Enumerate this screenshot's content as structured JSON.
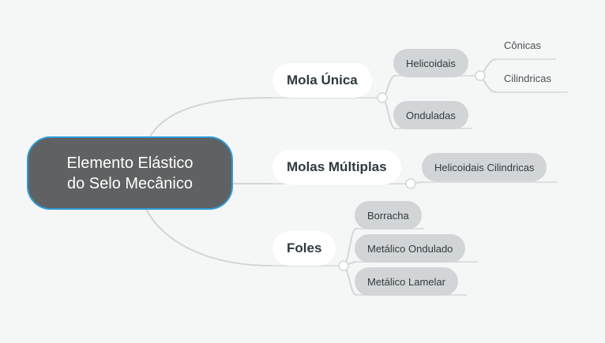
{
  "root": {
    "line1": "Elemento Elástico",
    "line2": "do Selo Mecânico"
  },
  "branches": [
    {
      "label": "Mola Única"
    },
    {
      "label": "Molas Múltiplas"
    },
    {
      "label": "Foles"
    }
  ],
  "mola_unica": {
    "helicoidais": "Helicoidais",
    "onduladas": "Onduladas",
    "conicas": "Cônicas",
    "cilindricas": "Cilindricas"
  },
  "molas_multiplas": {
    "helicoidais_cilindricas": "Helicoidais Cilindricas"
  },
  "foles": {
    "borracha": "Borracha",
    "metalico_ondulado": "Metálico Ondulado",
    "metalico_lamelar": "Metálico Lamelar"
  }
}
